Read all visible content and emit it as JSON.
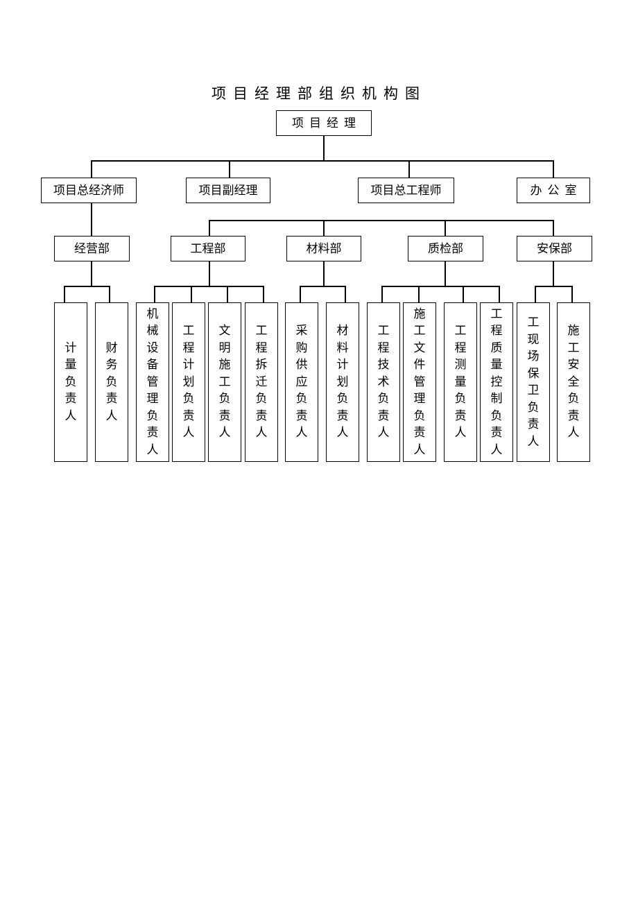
{
  "title": "项目经理部组织机构图",
  "root": "项目经理",
  "level2": [
    "项目总经济师",
    "项目副经理",
    "项目总工程师",
    "办公室"
  ],
  "departments": [
    "经营部",
    "工程部",
    "材料部",
    "质检部",
    "安保部"
  ],
  "staff": [
    [
      "计量负责人",
      "财务负责人"
    ],
    [
      "机械设备管理负责人",
      "工程计划负责人",
      "文明施工负责人",
      "工程拆迁负责人"
    ],
    [
      "采购供应负责人",
      "材料计划负责人"
    ],
    [
      "工程技术负责人",
      "施工文件管理负责人",
      "工程测量负责人",
      "工程质量控制负责人"
    ],
    [
      "工现场保卫负责人",
      "施工安全负责人"
    ]
  ]
}
